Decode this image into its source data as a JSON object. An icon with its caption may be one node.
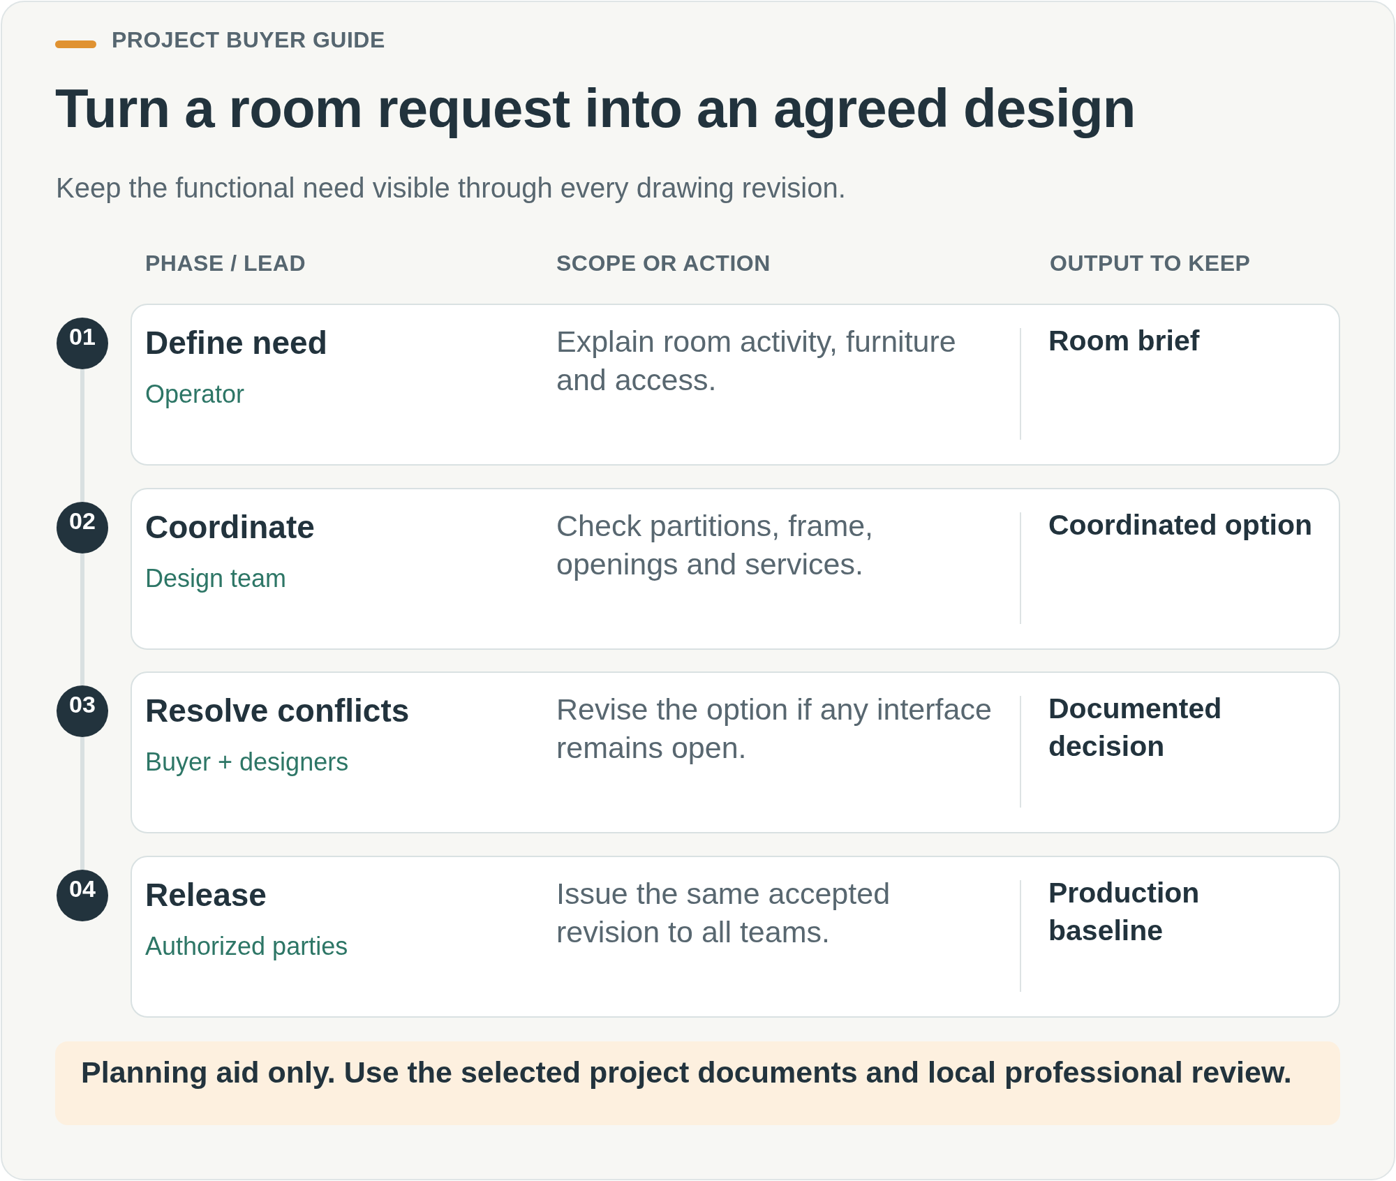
{
  "diagram": {
    "title": "Turn a room request into an agreed design",
    "nodes": [
      {
        "text": [
          "01"
        ]
      },
      {
        "text": [
          "Define need",
          "Operator",
          "Explain room activity, furniture and access.",
          "Room brief"
        ]
      },
      {
        "text": [
          "02"
        ]
      },
      {
        "text": [
          "Coordinate",
          "Design team",
          "Check partitions, frame, openings and services.",
          "Coordinated option"
        ]
      },
      {
        "text": [
          "03"
        ]
      },
      {
        "text": [
          "Resolve conflicts",
          "Buyer + designers",
          "Revise the option if any interface remains open.",
          "Documented decision"
        ]
      },
      {
        "text": [
          "04"
        ]
      },
      {
        "text": [
          "Release",
          "Authorized parties",
          "Issue the same accepted revision to all teams.",
          "Production baseline"
        ]
      },
      {
        "text": [
          "Planning aid only. Use the selected project documents and local professional review."
        ]
      }
    ],
    "edges": [
      {
        "from": 0,
        "to": 2,
        "arrow": "none"
      },
      {
        "from": 2,
        "to": 4,
        "arrow": "none"
      },
      {
        "from": 4,
        "to": 6,
        "arrow": "none"
      }
    ],
    "labels": [
      "PROJECT BUYER GUIDE",
      "Keep the functional need visible through every drawing revision.",
      "PHASE / LEAD",
      "SCOPE OR ACTION",
      "OUTPUT TO KEEP"
    ]
  }
}
